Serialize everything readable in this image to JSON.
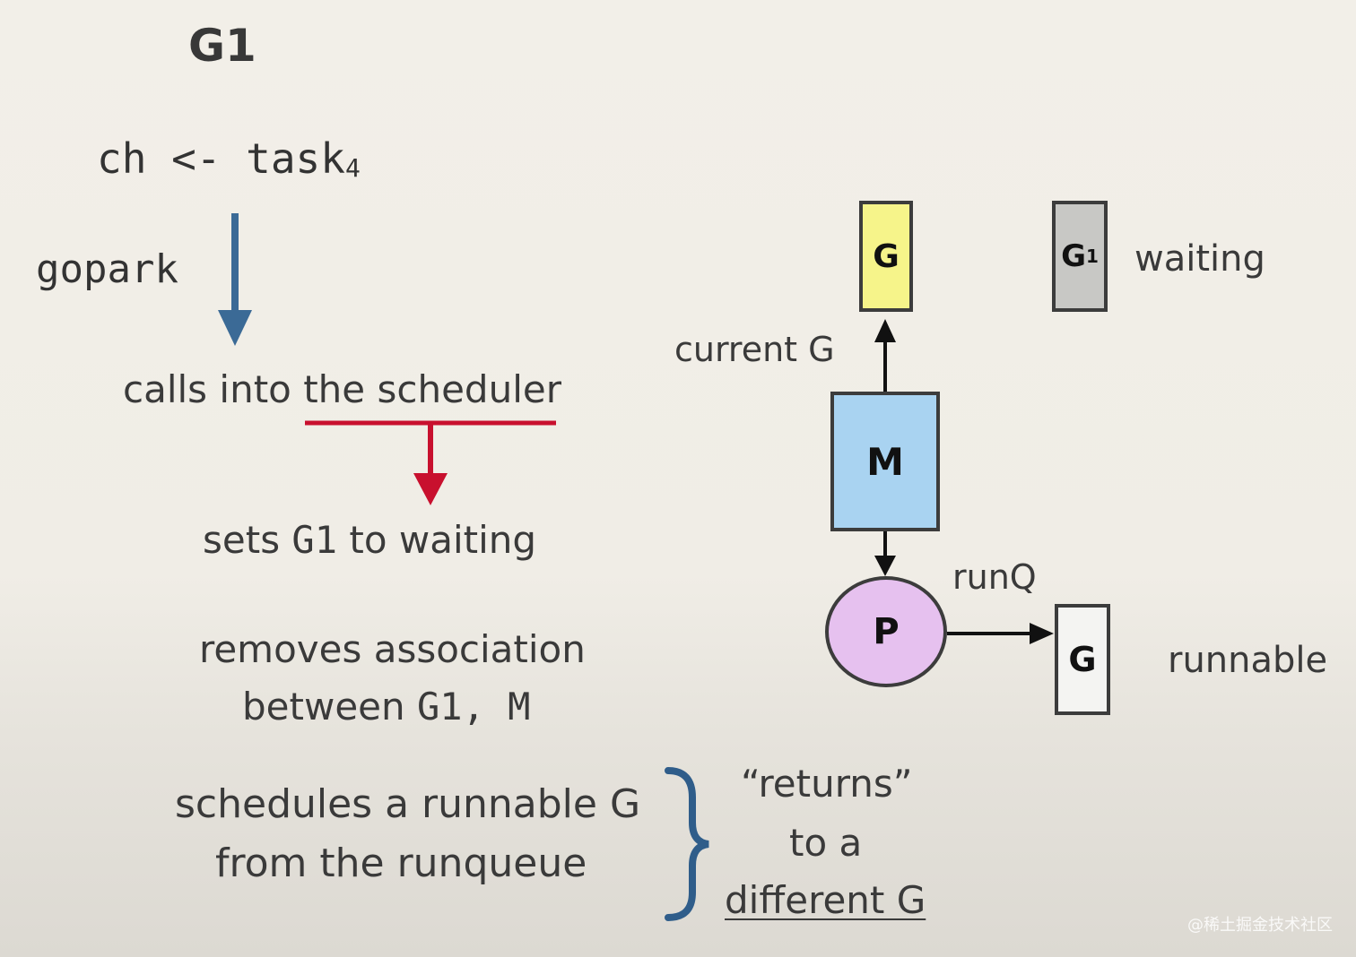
{
  "title": "G1",
  "code": {
    "text": "ch <- task",
    "subscript": "4"
  },
  "gopark_label": "gopark",
  "steps": {
    "calls": "calls into the scheduler",
    "sets_prefix": "sets ",
    "sets_mono": "G1",
    "sets_suffix": " to waiting",
    "removes_line1": "removes association",
    "removes_line2_prefix": "between ",
    "removes_line2_mono": "G1, M",
    "schedules_line1_prefix": "schedules a runnable ",
    "schedules_line1_g": "G",
    "schedules_line2": "from the runqueue"
  },
  "returns": {
    "line1": "“returns”",
    "line2": "to a",
    "line3": "different G"
  },
  "diagram": {
    "current_g": "G",
    "current_label": "current G",
    "waiting_g": "G",
    "waiting_g_sub": "1",
    "waiting_label": "waiting",
    "m": "M",
    "p": "P",
    "runq_label": "runQ",
    "runnable_g": "G",
    "runnable_label": "runnable"
  },
  "colors": {
    "blue_arrow": "#3b6a96",
    "red_arrow": "#c8102e",
    "brace": "#2f5d8a",
    "current_g_fill": "#f6f48a",
    "waiting_g_fill": "#c8c8c5",
    "m_fill": "#a9d3f1",
    "p_fill": "#e6c1ef",
    "runnable_g_fill": "#f4f4f2"
  },
  "watermark": "@稀土掘金技术社区"
}
